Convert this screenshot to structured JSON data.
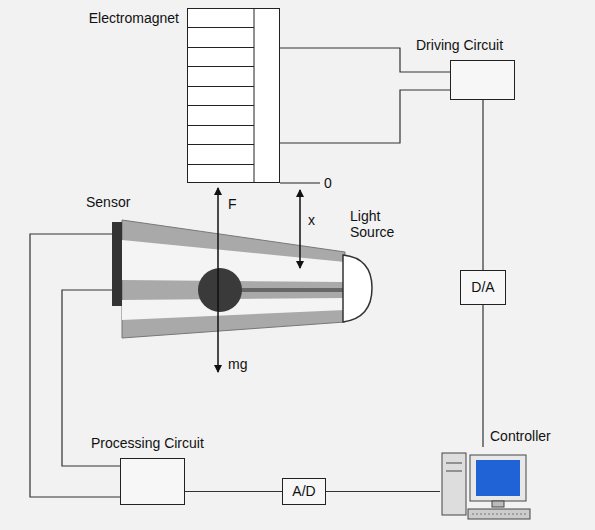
{
  "diagram": {
    "nodes": [
      {
        "text": [
          "Electromagnet"
        ]
      },
      {
        "text": [
          "Driving Circuit"
        ]
      },
      {
        "text": [
          "Sensor"
        ]
      },
      {
        "text": [
          "D/A"
        ]
      },
      {
        "text": [
          "Processing Circuit"
        ]
      },
      {
        "text": [
          "A/D"
        ]
      },
      {
        "text": [
          "Controller"
        ]
      }
    ],
    "edges": [
      {
        "from": 0,
        "to": 1,
        "arrow": "none"
      },
      {
        "from": 1,
        "to": 3,
        "arrow": "none"
      },
      {
        "from": 3,
        "to": 6,
        "arrow": "none"
      },
      {
        "from": 6,
        "to": 5,
        "arrow": "none"
      },
      {
        "from": 5,
        "to": 4,
        "arrow": "none"
      },
      {
        "from": 2,
        "to": 4,
        "arrow": "none"
      }
    ],
    "labels": [
      "F",
      "x",
      "0",
      "mg",
      "Light Source"
    ]
  }
}
